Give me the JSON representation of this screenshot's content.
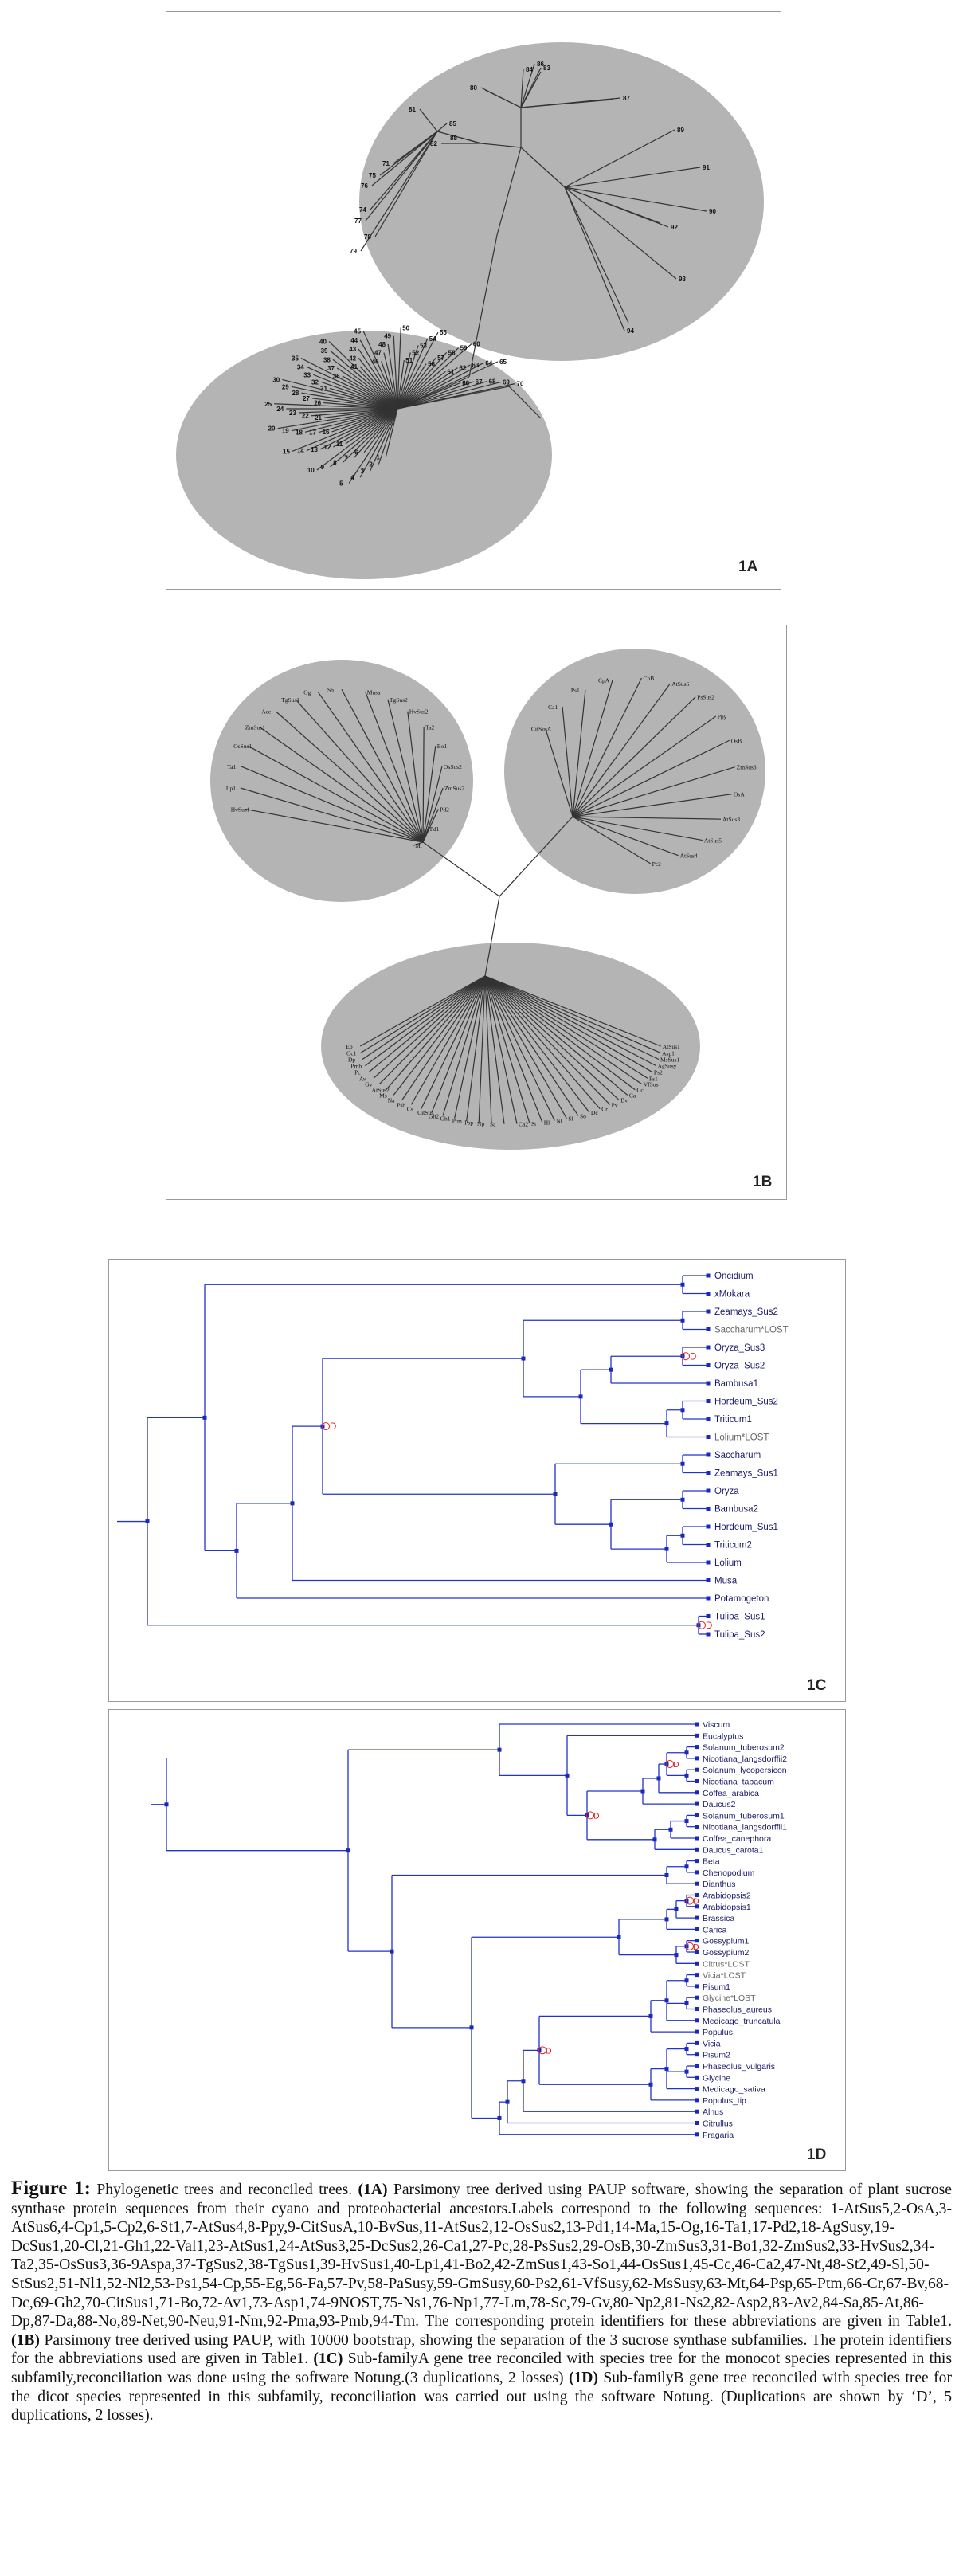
{
  "panels": {
    "p1a": {
      "label": "1A"
    },
    "p1b": {
      "label": "1B"
    },
    "p1c": {
      "label": "1C"
    },
    "p1d": {
      "label": "1D"
    }
  },
  "colors": {
    "blob": "#b4b4b4",
    "tree_blue": "#2233cc",
    "node": "#1a2ab8",
    "dup": "#e02020",
    "lost": "#666666"
  },
  "tree_1c": {
    "leaves": [
      "Oncidium",
      "xMokara",
      "Zeamays_Sus2",
      "Saccharum*LOST",
      "Oryza_Sus3",
      "Oryza_Sus2",
      "Bambusa1",
      "Hordeum_Sus2",
      "Triticum1",
      "Lolium*LOST",
      "Saccharum",
      "Zeamays_Sus1",
      "Oryza",
      "Bambusa2",
      "Hordeum_Sus1",
      "Triticum2",
      "Lolium",
      "Musa",
      "Potamogeton",
      "Tulipa_Sus1",
      "Tulipa_Sus2"
    ],
    "dup_mark": "D"
  },
  "tree_1d": {
    "leaves": [
      "Viscum",
      "Eucalyptus",
      "Solanum_tuberosum2",
      "Nicotiana_langsdorffii2",
      "Solanum_lycopersicon",
      "Nicotiana_tabacum",
      "Coffea_arabica",
      "Daucus2",
      "Solanum_tuberosum1",
      "Nicotiana_langsdorffii1",
      "Coffea_canephora",
      "Daucus_carota1",
      "Beta",
      "Chenopodium",
      "Dianthus",
      "Arabidopsis2",
      "Arabidopsis1",
      "Brassica",
      "Carica",
      "Gossypium1",
      "Gossypium2",
      "Citrus*LOST",
      "Vicia*LOST",
      "Pisum1",
      "Glycine*LOST",
      "Phaseolus_aureus",
      "Medicago_truncatula",
      "Populus",
      "Vicia",
      "Pisum2",
      "Phaseolus_vulgaris",
      "Glycine",
      "Medicago_sativa",
      "Populus_tip",
      "Alnus",
      "Citrullus",
      "Fragaria"
    ],
    "dup_mark": "D"
  },
  "tree_1a": {
    "labels": [
      "84",
      "86",
      "80",
      "87",
      "83",
      "85",
      "81",
      "71",
      "75",
      "76",
      "74",
      "77",
      "78",
      "79",
      "88",
      "82",
      "89",
      "91",
      "90",
      "92",
      "93",
      "94",
      "1",
      "2",
      "3",
      "4",
      "5",
      "6",
      "7",
      "8",
      "9",
      "10",
      "11",
      "12",
      "13",
      "14",
      "15",
      "16",
      "17",
      "18",
      "19",
      "20",
      "21",
      "22",
      "23",
      "24",
      "25",
      "26",
      "27",
      "28",
      "29",
      "30",
      "31",
      "32",
      "33",
      "34",
      "35",
      "36",
      "37",
      "38",
      "39",
      "40",
      "41",
      "42",
      "43",
      "44",
      "45",
      "46",
      "47",
      "48",
      "49",
      "50",
      "51",
      "52",
      "53",
      "54",
      "55",
      "56",
      "57",
      "58",
      "59",
      "60",
      "61",
      "62",
      "63",
      "64",
      "65",
      "66",
      "67",
      "68",
      "69",
      "70"
    ]
  },
  "tree_1b": {
    "labels": [
      "HvSus1",
      "Lp1",
      "Ta1",
      "OsSus1",
      "ZmSus1",
      "Acc",
      "TgSus1",
      "Og",
      "Sb",
      "Musa",
      "TgSus2",
      "HvSus2",
      "Ta2",
      "Bo1",
      "OsSus2",
      "ZmSus2",
      "Pd2",
      "Pd1",
      "Mt",
      "AtSus1",
      "Asp1",
      "MsSus1",
      "AgSusy",
      "Ps2",
      "Ps1",
      "VfSus",
      "Cc",
      "Ca",
      "Bv",
      "Pv",
      "Cr",
      "Dc",
      "So",
      "Sl",
      "Nl",
      "Hl",
      "St",
      "Ca2",
      "Sa",
      "Np",
      "Psp",
      "Ptm",
      "Gh1",
      "Gh2",
      "CitSus",
      "Cs",
      "Psb",
      "Na",
      "Ms",
      "AtSus2",
      "Gv",
      "Av",
      "Pc",
      "Pmb",
      "Dp",
      "Oc1",
      "Ep",
      "CitSusA",
      "Ca1",
      "Ps1",
      "CpA",
      "CpB",
      "AtSus6",
      "PsSus2",
      "Ppy",
      "OsB",
      "ZmSus3",
      "OsA",
      "AtSus3",
      "AtSus5",
      "AtSus4",
      "Pc2"
    ]
  },
  "caption": {
    "fig_label": "Figure 1:",
    "text_1": " Phylogenetic trees  and reconciled trees. ",
    "tag_1a": "(1A)",
    "text_2": " Parsimony tree derived using PAUP software, showing the separation of plant sucrose synthase protein sequences from their cyano and proteobacterial ancestors.Labels correspond to the following sequences: 1-AtSus5,2-OsA,3-AtSus6,4-Cp1,5-Cp2,6-St1,7-AtSus4,8-Ppy,9-CitSusA,10-BvSus,11-AtSus2,12-OsSus2,13-Pd1,14-Ma,15-Og,16-Ta1,17-Pd2,18-AgSusy,19-DcSus1,20-Cl,21-Gh1,22-Val1,23-AtSus1,24-AtSus3,25-DcSus2,26-Ca1,27-Pc,28-PsSus2,29-OsB,30-ZmSus3,31-Bo1,32-ZmSus2,33-HvSus2,34-Ta2,35-OsSus3,36-9Aspa,37-TgSus2,38-TgSus1,39-HvSus1,40-Lp1,41-Bo2,42-ZmSus1,43-So1,44-OsSus1,45-Cc,46-Ca2,47-Nt,48-St2,49-Sl,50-StSus2,51-Nl1,52-Nl2,53-Ps1,54-Cp,55-Eg,56-Fa,57-Pv,58-PaSusy,59-GmSusy,60-Ps2,61-VfSusy,62-MsSusy,63-Mt,64-Psp,65-Ptm,66-Cr,67-Bv,68-Dc,69-Gh2,70-CitSus1,71-Bo,72-Av1,73-Asp1,74-9NOST,75-Ns1,76-Np1,77-Lm,78-Sc,79-Gv,80-Np2,81-Ns2,82-Asp2,83-Av2,84-Sa,85-At,86-Dp,87-Da,88-No,89-Net,90-Neu,91-Nm,92-Pma,93-Pmb,94-Tm. The corresponding protein identifiers for these abbreviations are given in Table1. ",
    "tag_1b": "(1B)",
    "text_3": " Parsimony tree derived using PAUP, with 10000 bootstrap, showing the separation of the 3 sucrose synthase subfamilies. The protein identifiers for the abbreviations used are given in Table1. ",
    "tag_1c": "(1C)",
    "text_4": " Sub-familyA gene tree reconciled with species tree for the monocot species represented in this subfamily,reconciliation was done using the software Notung.(3 duplications, 2 losses) ",
    "tag_1d": "(1D)",
    "text_5": " Sub-familyB gene tree reconciled with species tree for the dicot species represented in this subfamily, reconciliation was carried out using the software Notung. (Duplications are shown by ‘D’, 5 duplications, 2 losses)."
  }
}
